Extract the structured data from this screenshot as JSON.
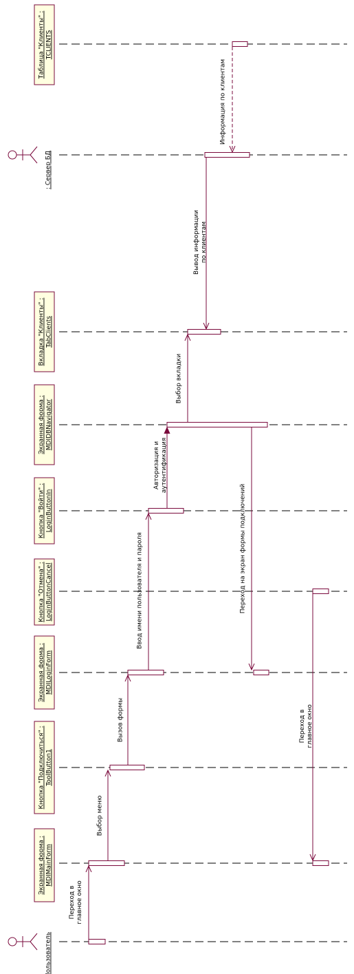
{
  "colors": {
    "line": "#7a0a3c",
    "lifeline": "#000000",
    "box_fill": "#ffffe0",
    "box_border": "#7a0a3c",
    "activation_fill": "#ffffff"
  },
  "participants": [
    {
      "id": "clients_table",
      "kind": "object",
      "line1": "Таблица \"Клиенты\" :",
      "line2": "TCLIENTS"
    },
    {
      "id": "db_server",
      "kind": "actor",
      "line1": ": Сервер БД",
      "line2": ""
    },
    {
      "id": "clients_tab",
      "kind": "object",
      "line1": "Вкладка \"Клиенты\" :",
      "line2": "TabClients"
    },
    {
      "id": "navigator_form",
      "kind": "object",
      "line1": "Экранная форма :",
      "line2": "MDIDBNavigator"
    },
    {
      "id": "login_button",
      "kind": "object",
      "line1": "Кнопка \"Войти\" :",
      "line2": "LoginButtonIn"
    },
    {
      "id": "cancel_button",
      "kind": "object",
      "line1": "Кнопка \"Отмена\" :",
      "line2": "LoginButtonCancel"
    },
    {
      "id": "login_form",
      "kind": "object",
      "line1": "Экранная форма :",
      "line2": "MDILoginForm"
    },
    {
      "id": "connect_button",
      "kind": "object",
      "line1": "Кнопка \"Подключиться\" :",
      "line2": "ToolButton1"
    },
    {
      "id": "main_form",
      "kind": "object",
      "line1": "Экранная форма :",
      "line2": "MDIMainForm"
    },
    {
      "id": "user",
      "kind": "actor",
      "line1": ": Пользователь",
      "line2": ""
    }
  ],
  "messages": [
    {
      "id": "to_main_window",
      "lines": [
        "Переход в",
        "главное окно"
      ],
      "from": "user",
      "to": "main_form"
    },
    {
      "id": "menu_select",
      "lines": [
        "Выбор меню"
      ],
      "from": "main_form",
      "to": "connect_button"
    },
    {
      "id": "form_call",
      "lines": [
        "Вызов формы"
      ],
      "from": "connect_button",
      "to": "login_form"
    },
    {
      "id": "credentials_input",
      "lines": [
        "Ввод имени пользователя и пароля"
      ],
      "from": "login_form",
      "to": "login_button"
    },
    {
      "id": "authorization",
      "lines": [
        "Авторизация и",
        "аутентификация"
      ],
      "from": "login_button",
      "to": "navigator_form"
    },
    {
      "id": "tab_select",
      "lines": [
        "Выбор вкладки"
      ],
      "from": "navigator_form",
      "to": "clients_tab"
    },
    {
      "id": "clients_output",
      "lines": [
        "Вывод информации",
        "по клиентам"
      ],
      "from": "db_server",
      "to": "clients_tab"
    },
    {
      "id": "clients_info",
      "lines": [
        "Информация по клиентам"
      ],
      "from": "clients_table",
      "to": "db_server"
    },
    {
      "id": "to_connection_screen",
      "lines": [
        "Переход на экран формы подключений"
      ],
      "from": "navigator_form",
      "to": "login_form"
    },
    {
      "id": "cancel_to_main",
      "lines": [
        "Переход в",
        "главное окно"
      ],
      "from": "cancel_button",
      "to": "main_form"
    }
  ]
}
